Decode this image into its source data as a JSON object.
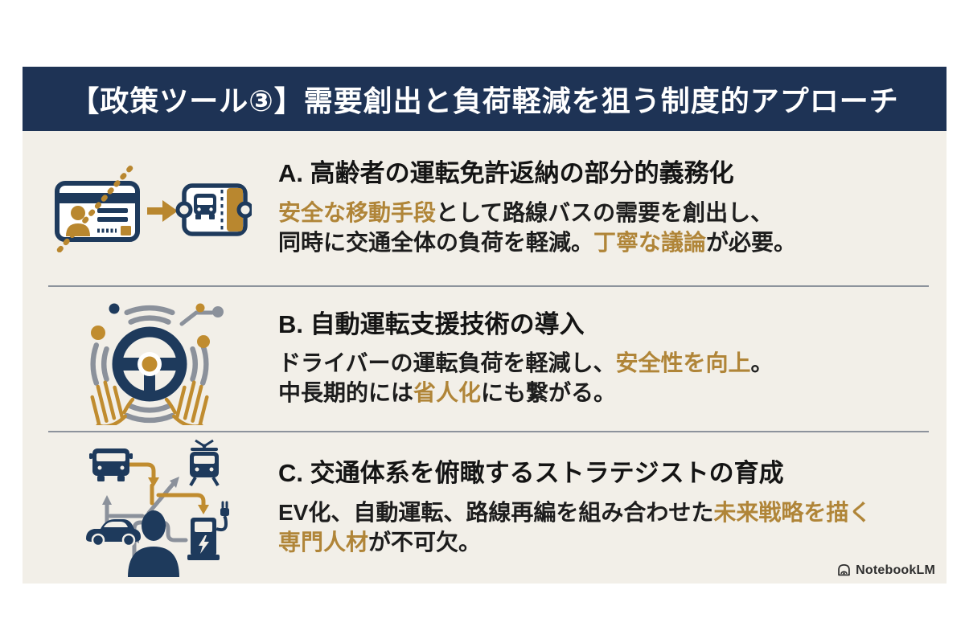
{
  "header": {
    "title": "【政策ツール③】需要創出と負荷軽減を狙う制度的アプローチ",
    "background": "#1e3355",
    "text_color": "#ffffff"
  },
  "colors": {
    "card_background": "#f2efe8",
    "page_background": "#ffffff",
    "navy": "#1e3a5c",
    "gold": "#b08538",
    "gray": "#8b919b",
    "divider": "#8d939c",
    "body_text": "#1d1d1d"
  },
  "sections": [
    {
      "id": "A",
      "icon": "license-return-to-bus-ticket-icon",
      "title": "A. 高齢者の運転免許返納の部分的義務化",
      "lines": [
        [
          {
            "t": "安全な移動手段",
            "gold": true
          },
          {
            "t": "として路線バスの需要を創出し、"
          }
        ],
        [
          {
            "t": "同時に交通全体の負荷を軽減。"
          },
          {
            "t": "丁寧な議論",
            "gold": true
          },
          {
            "t": "が必要。"
          }
        ]
      ]
    },
    {
      "id": "B",
      "icon": "autonomous-steering-wheel-icon",
      "title": "B. 自動運転支援技術の導入",
      "lines": [
        [
          {
            "t": "ドライバーの運転負荷を軽減し、"
          },
          {
            "t": "安全性を向上",
            "gold": true
          },
          {
            "t": "。"
          }
        ],
        [
          {
            "t": "中長期的には"
          },
          {
            "t": "省人化",
            "gold": true
          },
          {
            "t": "にも繋がる。"
          }
        ]
      ]
    },
    {
      "id": "C",
      "icon": "transport-network-strategist-icon",
      "title": "C. 交通体系を俯瞰するストラテジストの育成",
      "lines": [
        [
          {
            "t": "EV化、自動運転、路線再編を組み合わせた"
          },
          {
            "t": "未来戦略を描く",
            "gold": true
          }
        ],
        [
          {
            "t": "専門人材",
            "gold": true
          },
          {
            "t": "が不可欠。"
          }
        ]
      ]
    }
  ],
  "watermark": {
    "label": "NotebookLM"
  }
}
